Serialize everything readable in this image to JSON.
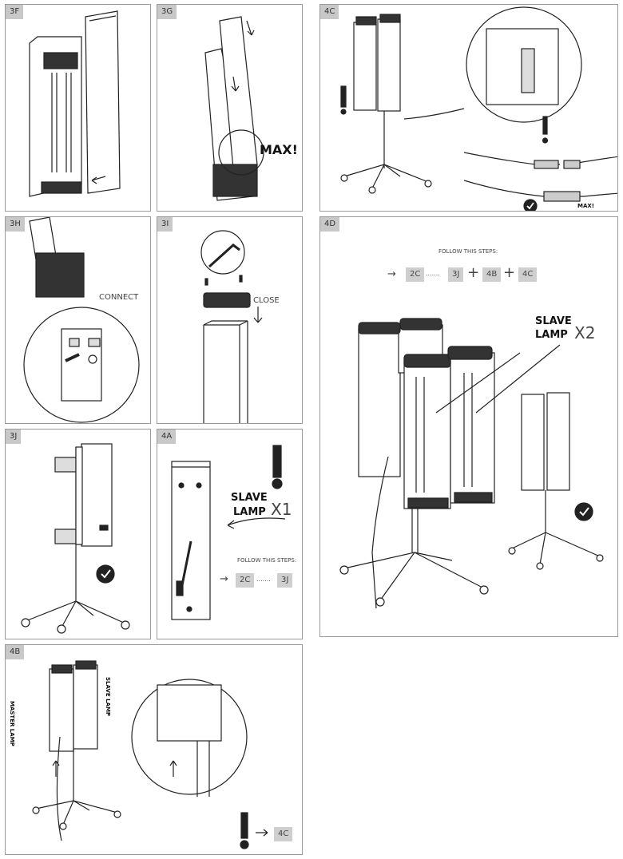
{
  "panels": {
    "p3f": {
      "tag": "3F"
    },
    "p3g": {
      "tag": "3G",
      "max_label": "MAX!"
    },
    "p4c": {
      "tag": "4C",
      "max_label": "MAX!"
    },
    "p3h": {
      "tag": "3H",
      "connect_label": "CONNECT"
    },
    "p3i": {
      "tag": "3I",
      "close_label": "CLOSE"
    },
    "p4d": {
      "tag": "4D",
      "follow_label": "FOLLOW THIS STEPS:",
      "steps": [
        "2C",
        "3J",
        "4B",
        "4C"
      ],
      "dots": ".......",
      "plus": "+",
      "slave_line1": "SLAVE",
      "slave_line2": "LAMP",
      "multiplier": "X2"
    },
    "p3j": {
      "tag": "3J"
    },
    "p4a": {
      "tag": "4A",
      "slave_line1": "SLAVE",
      "slave_line2": "LAMP",
      "multiplier": "X1",
      "follow_label": "FOLLOW THIS STEPS:",
      "steps": [
        "2C",
        "3J"
      ],
      "dots": "......."
    },
    "p4b": {
      "tag": "4B",
      "master_label": "MASTER LAMP",
      "slave_label": "SLAVE LAMP",
      "next_step": "4C"
    }
  }
}
